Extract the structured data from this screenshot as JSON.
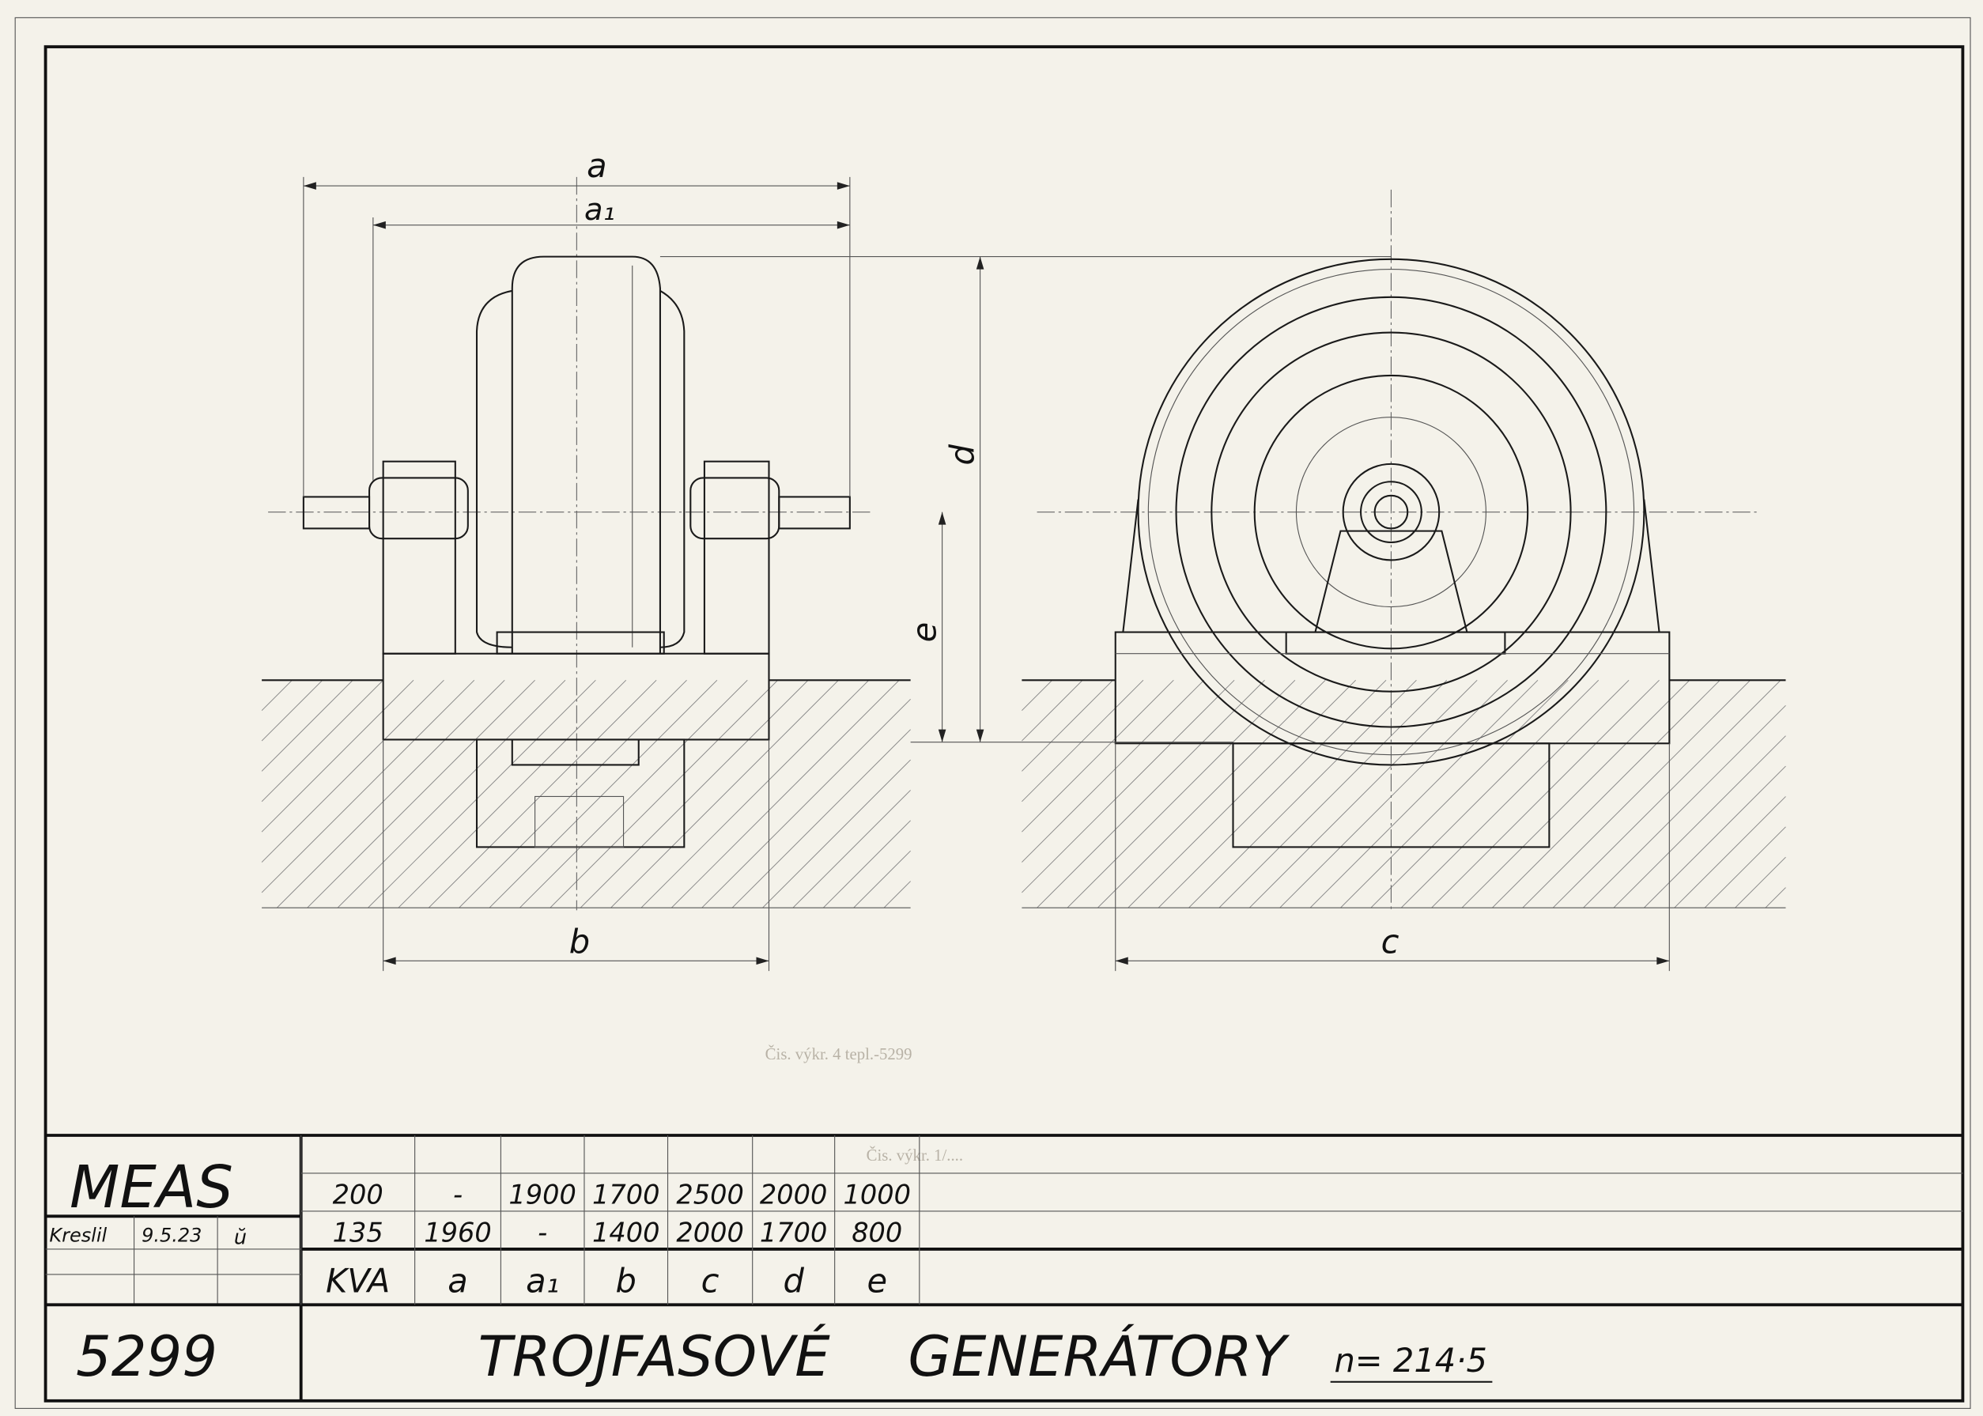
{
  "drawing": {
    "company": "MEAS",
    "drawn_label": "Kreslil",
    "drawn_date": "9.5.23",
    "drawn_initials": "ŭ",
    "drawing_number": "5299",
    "title_word1": "TROJFASOVÉ",
    "title_word2": "GENERÁTORY",
    "speed": "n= 214·5",
    "faint_stamp": "Čis. výkr. 4 tepl.-5299",
    "faint_note": "Čis. výkr. 1/...."
  },
  "dimension_labels": {
    "a": "a",
    "a1": "a₁",
    "b": "b",
    "c": "c",
    "d": "d",
    "e": "e"
  },
  "table": {
    "headers": [
      "KVA",
      "a",
      "a₁",
      "b",
      "c",
      "d",
      "e"
    ],
    "rows": [
      [
        "200",
        "-",
        "1900",
        "1700",
        "2500",
        "2000",
        "1000"
      ],
      [
        "135",
        "1960",
        "-",
        "1400",
        "2000",
        "1700",
        "800"
      ]
    ]
  }
}
